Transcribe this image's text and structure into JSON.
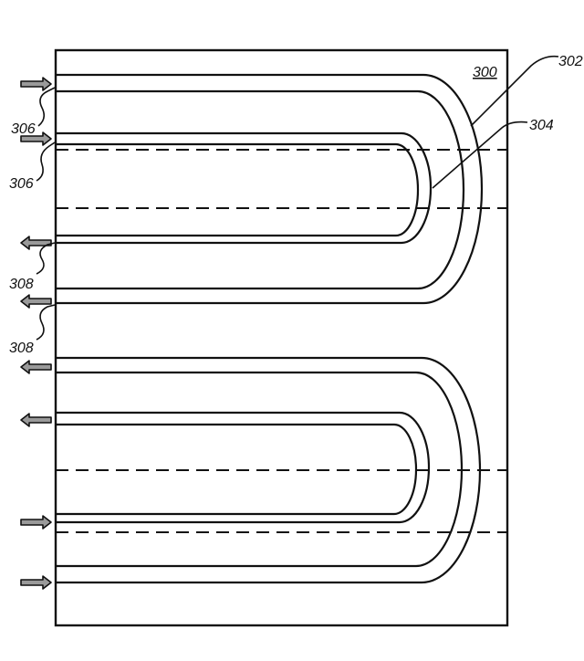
{
  "figure": {
    "labels": {
      "device": "300",
      "outer_channel": "302",
      "inner_channel": "304",
      "inlet_upper": "306",
      "inlet_lower": "306",
      "outlet_upper": "308",
      "outlet_lower": "308"
    },
    "colors": {
      "line": "#111111",
      "arrow_fill": "#9a9a9a",
      "background": "#ffffff"
    }
  }
}
